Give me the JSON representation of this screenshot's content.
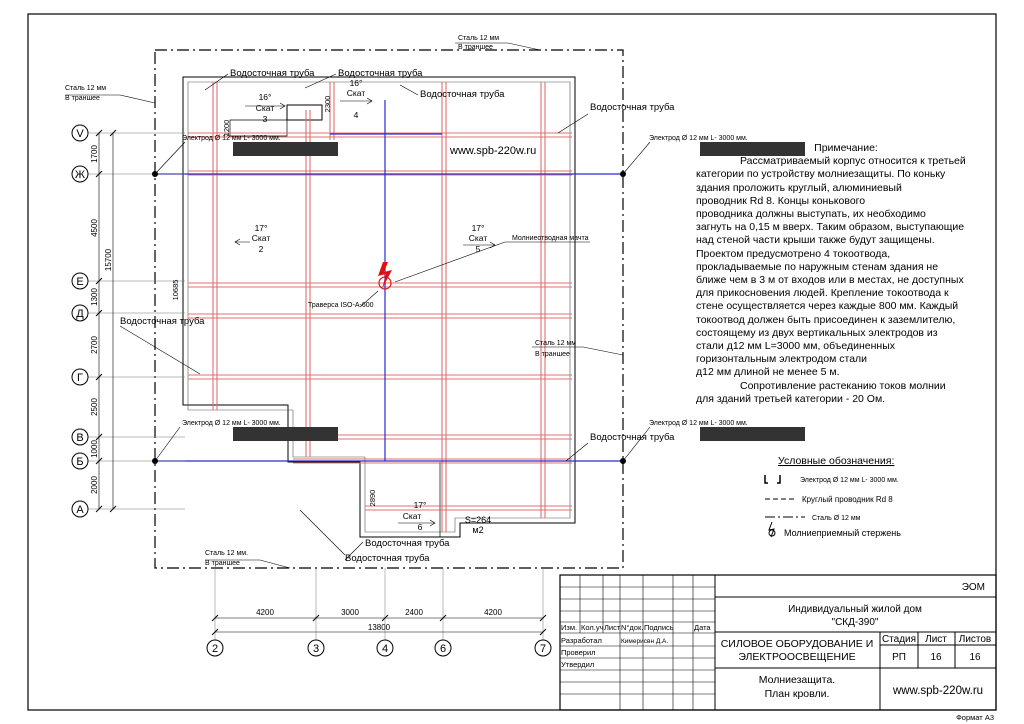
{
  "labels": {
    "steel_top": "Сталь   12 мм",
    "trench": "В траншее",
    "steel_left": "Сталь   12 мм",
    "steel_right": "Сталь    12 мм",
    "steel_bottom": "Сталь    12 мм.",
    "drainpipe": "Водосточная труба",
    "drainpipe_top1": "Водосточная труба",
    "drainpipe_top2": "Водосточная труба",
    "drainpipe_top3": "Водосточная труба",
    "drainpipe_right1": "Водосточная труба",
    "drainpipe_right2": "Водосточная труба",
    "drainpipe_left": "Водосточная труба",
    "drainpipe_bottom1": "Водосточная труба",
    "drainpipe_bottom2": "Водосточная труба",
    "electrode_tl": "Электрод  Ø  12 мм L- 3000 мм.",
    "electrode_tr": "Электрод  Ø  12 мм L- 3000 мм.",
    "electrode_bl": "Электрод  Ø  12 мм L- 3000 мм.",
    "electrode_br": "Электрод  Ø  12 мм L- 3000 мм.",
    "website": "www.spb-220w.ru",
    "lightning_mast": "Молниеотводная мачта",
    "traverse": "Траверса ISO-A-600",
    "slope_word": "Скат",
    "slopes": [
      {
        "deg": "16°",
        "num": "3"
      },
      {
        "deg": "16°",
        "num": "4"
      },
      {
        "deg": "17°",
        "num": "2"
      },
      {
        "deg": "17°",
        "num": "5"
      },
      {
        "deg": "17°",
        "num": "6"
      }
    ],
    "area": "S=264",
    "area_unit": "м2"
  },
  "axes": {
    "rows": [
      "V",
      "Ж",
      "Е",
      "Д",
      "Г",
      "В",
      "Б",
      "А"
    ],
    "cols": [
      "2",
      "3",
      "4",
      "6",
      "7"
    ],
    "row_dims": [
      "1700",
      "4500",
      "1300",
      "2700",
      "2500",
      "1000",
      "2000"
    ],
    "row_total": "15700",
    "col_dims": [
      "4200",
      "3000",
      "2400",
      "4200"
    ],
    "col_total": "13800",
    "inner_dims": [
      "2300",
      "1200",
      "10685",
      "2890"
    ]
  },
  "note": {
    "title": "Примечание:",
    "lines": [
      "Рассматриваемый корпус относится к третьей",
      "категории по устройству молниезащиты. По коньку",
      "здания проложить круглый, алюминиевый",
      "проводник Rd 8. Концы конькового",
      "проводника должны выступать, их необходимо",
      "загнуть на 0,15 м вверх. Таким образом, выступающие",
      "над стеной части крыши также будут защищены.",
      "Проектом предусмотрено 4 токоотвода,",
      "прокладываемые по наружным стенам здания не",
      "ближе чем в 3 м от входов или в местах, не доступных",
      "для прикосновения людей. Крепление токоотвода к",
      "стене осуществляется через каждые 800 мм. Каждый",
      "токоотвод должен быть  присоединен к заземлителю,",
      "состоящему из двух вертикальных электродов из",
      "стали д12 мм L=3000 мм, объединенных",
      "горизонтальным электродом стали",
      "д12 мм длиной не менее 5 м.",
      "Сопротивление растеканию токов молнии",
      "для зданий третьей категории - 20 Ом."
    ]
  },
  "legend": {
    "title": "Условные обозначения:",
    "items": [
      "Электрод  Ø  12 мм L- 3000 мм.",
      "Круглый проводник Rd 8",
      "Сталь  Ø 12 мм",
      "Молниеприемный стержень"
    ]
  },
  "stamp": {
    "code": "ЭОМ",
    "project_line1": "Индивидуальный жилой дом",
    "project_line2": "\"СКД-390\"",
    "headers": [
      "Изм.",
      "Кол.уч",
      "Лист",
      "N°док.",
      "Подпись",
      "Дата"
    ],
    "roles": [
      "Разработал",
      "Проверил",
      "Утвердил"
    ],
    "developer": "Кимерисвн Д.А.",
    "section_line1": "СИЛОВОЕ ОБОРУДОВАНИЕ И",
    "section_line2": "ЭЛЕКТРООСВЕЩЕНИЕ",
    "stage_label": "Стадия",
    "sheet_label": "Лист",
    "sheets_label": "Листов",
    "stage": "РП",
    "sheet": "16",
    "sheets": "16",
    "drawing_line1": "Молниезащита.",
    "drawing_line2": "План кровли.",
    "website": "www.spb-220w.ru",
    "format": "Формат А3"
  },
  "colors": {
    "frame": "#000000",
    "beam": "#e07070",
    "conductor": "#2a2ad8",
    "lightning": "#e01010",
    "electrode_box": "#333333"
  }
}
